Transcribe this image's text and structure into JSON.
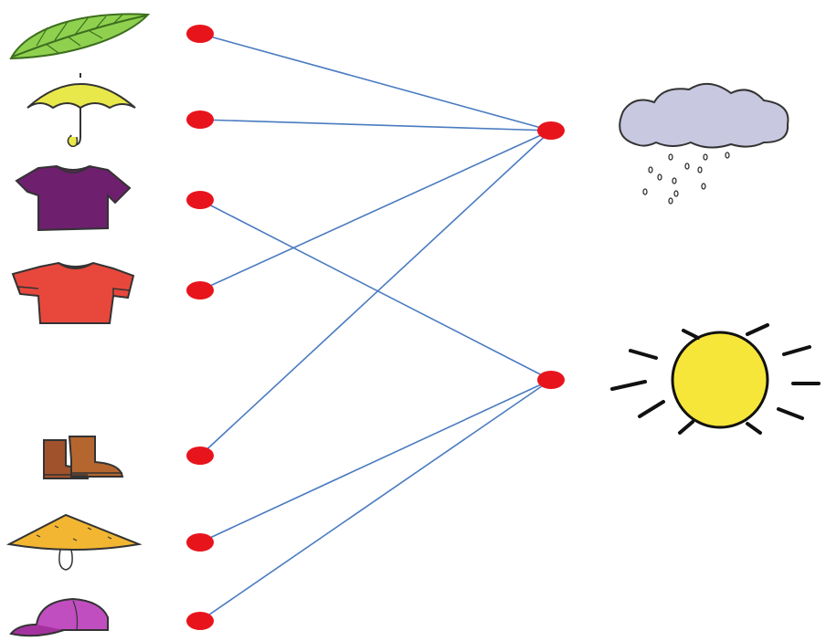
{
  "diagram": {
    "type": "matching-exercise",
    "items": [
      {
        "id": "leaf",
        "icon": "leaf-icon",
        "color": "#8fd14f"
      },
      {
        "id": "umbrella",
        "icon": "umbrella-icon",
        "color": "#e8e84a"
      },
      {
        "id": "purple-shirt",
        "icon": "shirt-icon",
        "color": "#6e1f6e"
      },
      {
        "id": "red-shirt",
        "icon": "shirt-icon",
        "color": "#e8483c"
      },
      {
        "id": "boots",
        "icon": "boots-icon",
        "color": "#a0522d"
      },
      {
        "id": "conical-hat",
        "icon": "conical-hat-icon",
        "color": "#f2b632"
      },
      {
        "id": "cap",
        "icon": "cap-icon",
        "color": "#c04ec0"
      }
    ],
    "targets": [
      {
        "id": "rain",
        "icon": "rain-cloud-icon",
        "color": "#c8c8e0"
      },
      {
        "id": "sun",
        "icon": "sun-icon",
        "color": "#f7e63a"
      }
    ],
    "connections": [
      {
        "from": "leaf",
        "to": "rain"
      },
      {
        "from": "umbrella",
        "to": "rain"
      },
      {
        "from": "purple-shirt",
        "to": "sun"
      },
      {
        "from": "red-shirt",
        "to": "rain"
      },
      {
        "from": "boots",
        "to": "rain"
      },
      {
        "from": "conical-hat",
        "to": "sun"
      },
      {
        "from": "cap",
        "to": "sun"
      }
    ],
    "dot_color": "#e8141c",
    "line_color": "#4a7bc0"
  }
}
